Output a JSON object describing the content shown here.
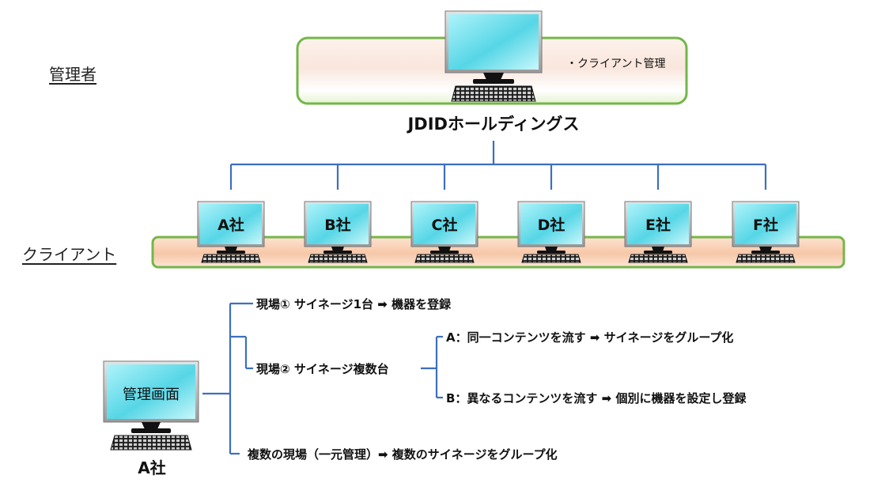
{
  "roles": {
    "admin": "管理者",
    "client": "クライアント"
  },
  "holding": {
    "feature": "・クライアント管理",
    "name": "JDIDホールディングス"
  },
  "companies": [
    "A社",
    "B社",
    "C社",
    "D社",
    "E社",
    "F社"
  ],
  "admin_panel": {
    "screen_label": "管理画面",
    "company": "A社"
  },
  "tree": {
    "site1": "現場① サイネージ1台 ➡ 機器を登録",
    "site2": "現場② サイネージ複数台",
    "site2_a": "A：同一コンテンツを流す ➡ サイネージをグループ化",
    "site2_b": "B：異なるコンテンツを流す ➡ 個別に機器を設定し登録",
    "multi": "複数の現場（一元管理）➡ 複数のサイネージをグループ化"
  }
}
